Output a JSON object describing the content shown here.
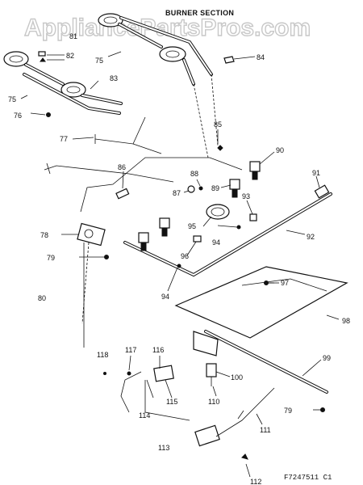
{
  "watermark": "AppliancePartsPros.com",
  "title": "BURNER SECTION",
  "figure_code": "F7247511  C1",
  "callouts": [
    {
      "id": "c75a",
      "text": "75"
    },
    {
      "id": "c75b",
      "text": "75"
    },
    {
      "id": "c76",
      "text": "76"
    },
    {
      "id": "c77",
      "text": "77"
    },
    {
      "id": "c78",
      "text": "78"
    },
    {
      "id": "c79a",
      "text": "79"
    },
    {
      "id": "c79b",
      "text": "79"
    },
    {
      "id": "c80",
      "text": "80"
    },
    {
      "id": "c81",
      "text": "81"
    },
    {
      "id": "c82",
      "text": "82"
    },
    {
      "id": "c83",
      "text": "83"
    },
    {
      "id": "c84",
      "text": "84"
    },
    {
      "id": "c85",
      "text": "85"
    },
    {
      "id": "c86",
      "text": "86"
    },
    {
      "id": "c87",
      "text": "87"
    },
    {
      "id": "c88",
      "text": "88"
    },
    {
      "id": "c89",
      "text": "89"
    },
    {
      "id": "c90",
      "text": "90"
    },
    {
      "id": "c91",
      "text": "91"
    },
    {
      "id": "c92",
      "text": "92"
    },
    {
      "id": "c93",
      "text": "93"
    },
    {
      "id": "c94a",
      "text": "94"
    },
    {
      "id": "c94b",
      "text": "94"
    },
    {
      "id": "c95",
      "text": "95"
    },
    {
      "id": "c96",
      "text": "96"
    },
    {
      "id": "c97",
      "text": "97"
    },
    {
      "id": "c98",
      "text": "98"
    },
    {
      "id": "c99",
      "text": "99"
    },
    {
      "id": "c100",
      "text": "100"
    },
    {
      "id": "c110",
      "text": "110"
    },
    {
      "id": "c111",
      "text": "111"
    },
    {
      "id": "c112",
      "text": "112"
    },
    {
      "id": "c113",
      "text": "113"
    },
    {
      "id": "c114",
      "text": "114"
    },
    {
      "id": "c115",
      "text": "115"
    },
    {
      "id": "c116",
      "text": "116"
    },
    {
      "id": "c117",
      "text": "117"
    },
    {
      "id": "c118",
      "text": "118"
    }
  ]
}
